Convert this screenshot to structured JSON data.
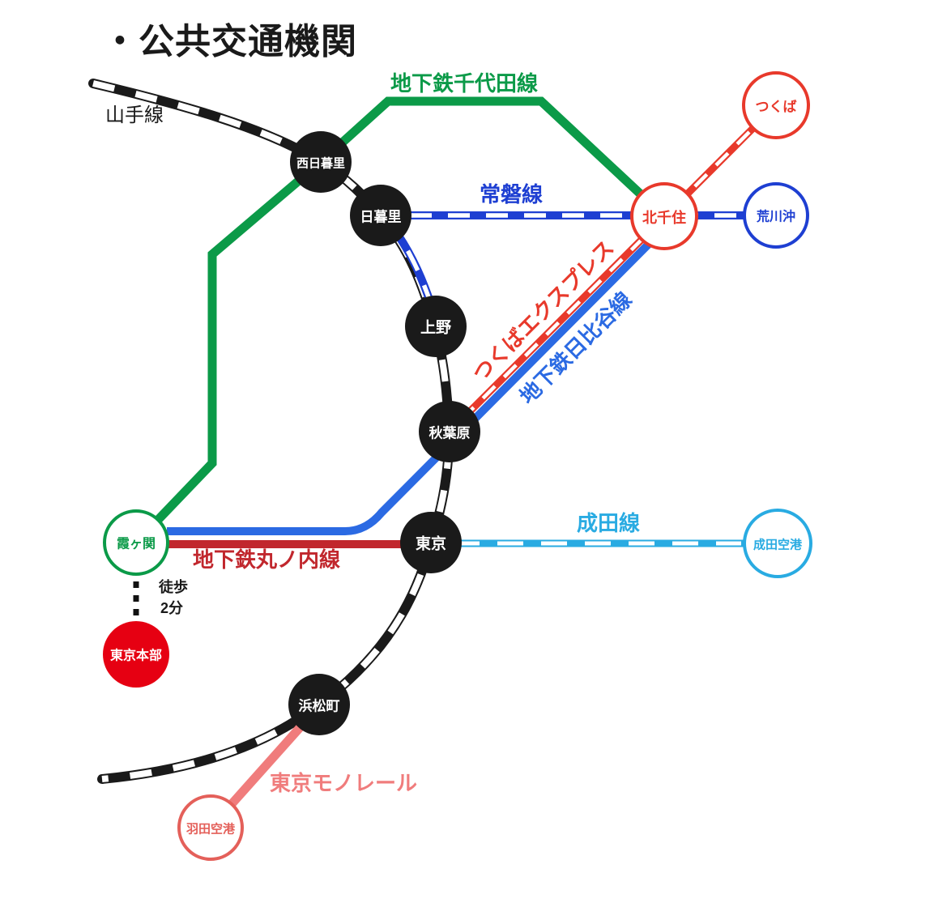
{
  "title": "・公共交通機関",
  "walk_note": {
    "line1": "徒歩",
    "line2": "2分"
  },
  "lines": {
    "yamanote": {
      "name": "山手線",
      "color": "#1a1a1a",
      "style": "railway-dashed"
    },
    "chiyoda": {
      "name": "地下鉄千代田線",
      "color": "#0b9a48",
      "style": "solid"
    },
    "joban": {
      "name": "常磐線",
      "color": "#1e3fd2",
      "style": "white-dashed"
    },
    "tsukuba_express": {
      "name": "つくばエクスプレス",
      "color": "#e8392b",
      "style": "white-dashed"
    },
    "hibiya": {
      "name": "地下鉄日比谷線",
      "color": "#2b6ae3",
      "style": "solid"
    },
    "marunouchi": {
      "name": "地下鉄丸ノ内線",
      "color": "#c1272d",
      "style": "solid"
    },
    "narita": {
      "name": "成田線",
      "color": "#29abe2",
      "style": "white-dashed"
    },
    "monorail": {
      "name": "東京モノレール",
      "color": "#f07c7c",
      "style": "solid"
    }
  },
  "stations": {
    "nishi_nippori": {
      "name": "西日暮里",
      "fill": "#1a1a1a",
      "text_color": "#ffffff"
    },
    "nippori": {
      "name": "日暮里",
      "fill": "#1a1a1a",
      "text_color": "#ffffff"
    },
    "ueno": {
      "name": "上野",
      "fill": "#1a1a1a",
      "text_color": "#ffffff"
    },
    "akihabara": {
      "name": "秋葉原",
      "fill": "#1a1a1a",
      "text_color": "#ffffff"
    },
    "tokyo": {
      "name": "東京",
      "fill": "#1a1a1a",
      "text_color": "#ffffff"
    },
    "hamamatsucho": {
      "name": "浜松町",
      "fill": "#1a1a1a",
      "text_color": "#ffffff"
    },
    "kita_senju": {
      "name": "北千住",
      "fill": "#ffffff",
      "ring": "#e8392b",
      "text_color": "#e8392b"
    },
    "tsukuba": {
      "name": "つくば",
      "fill": "#ffffff",
      "ring": "#e8392b",
      "text_color": "#e8392b"
    },
    "arakawaoki": {
      "name": "荒川沖",
      "fill": "#ffffff",
      "ring": "#1e3fd2",
      "text_color": "#1e3fd2"
    },
    "narita_airport": {
      "name": "成田空港",
      "fill": "#ffffff",
      "ring": "#29abe2",
      "text_color": "#29abe2"
    },
    "kasumigaseki": {
      "name": "霞ヶ関",
      "fill": "#ffffff",
      "ring": "#0b9a48",
      "text_color": "#0b9a48"
    },
    "haneda_airport": {
      "name": "羽田空港",
      "fill": "#ffffff",
      "ring": "#e4605a",
      "text_color": "#e4605a"
    },
    "tokyo_honbu": {
      "name": "東京本部",
      "fill": "#e60012",
      "text_color": "#ffffff"
    }
  }
}
